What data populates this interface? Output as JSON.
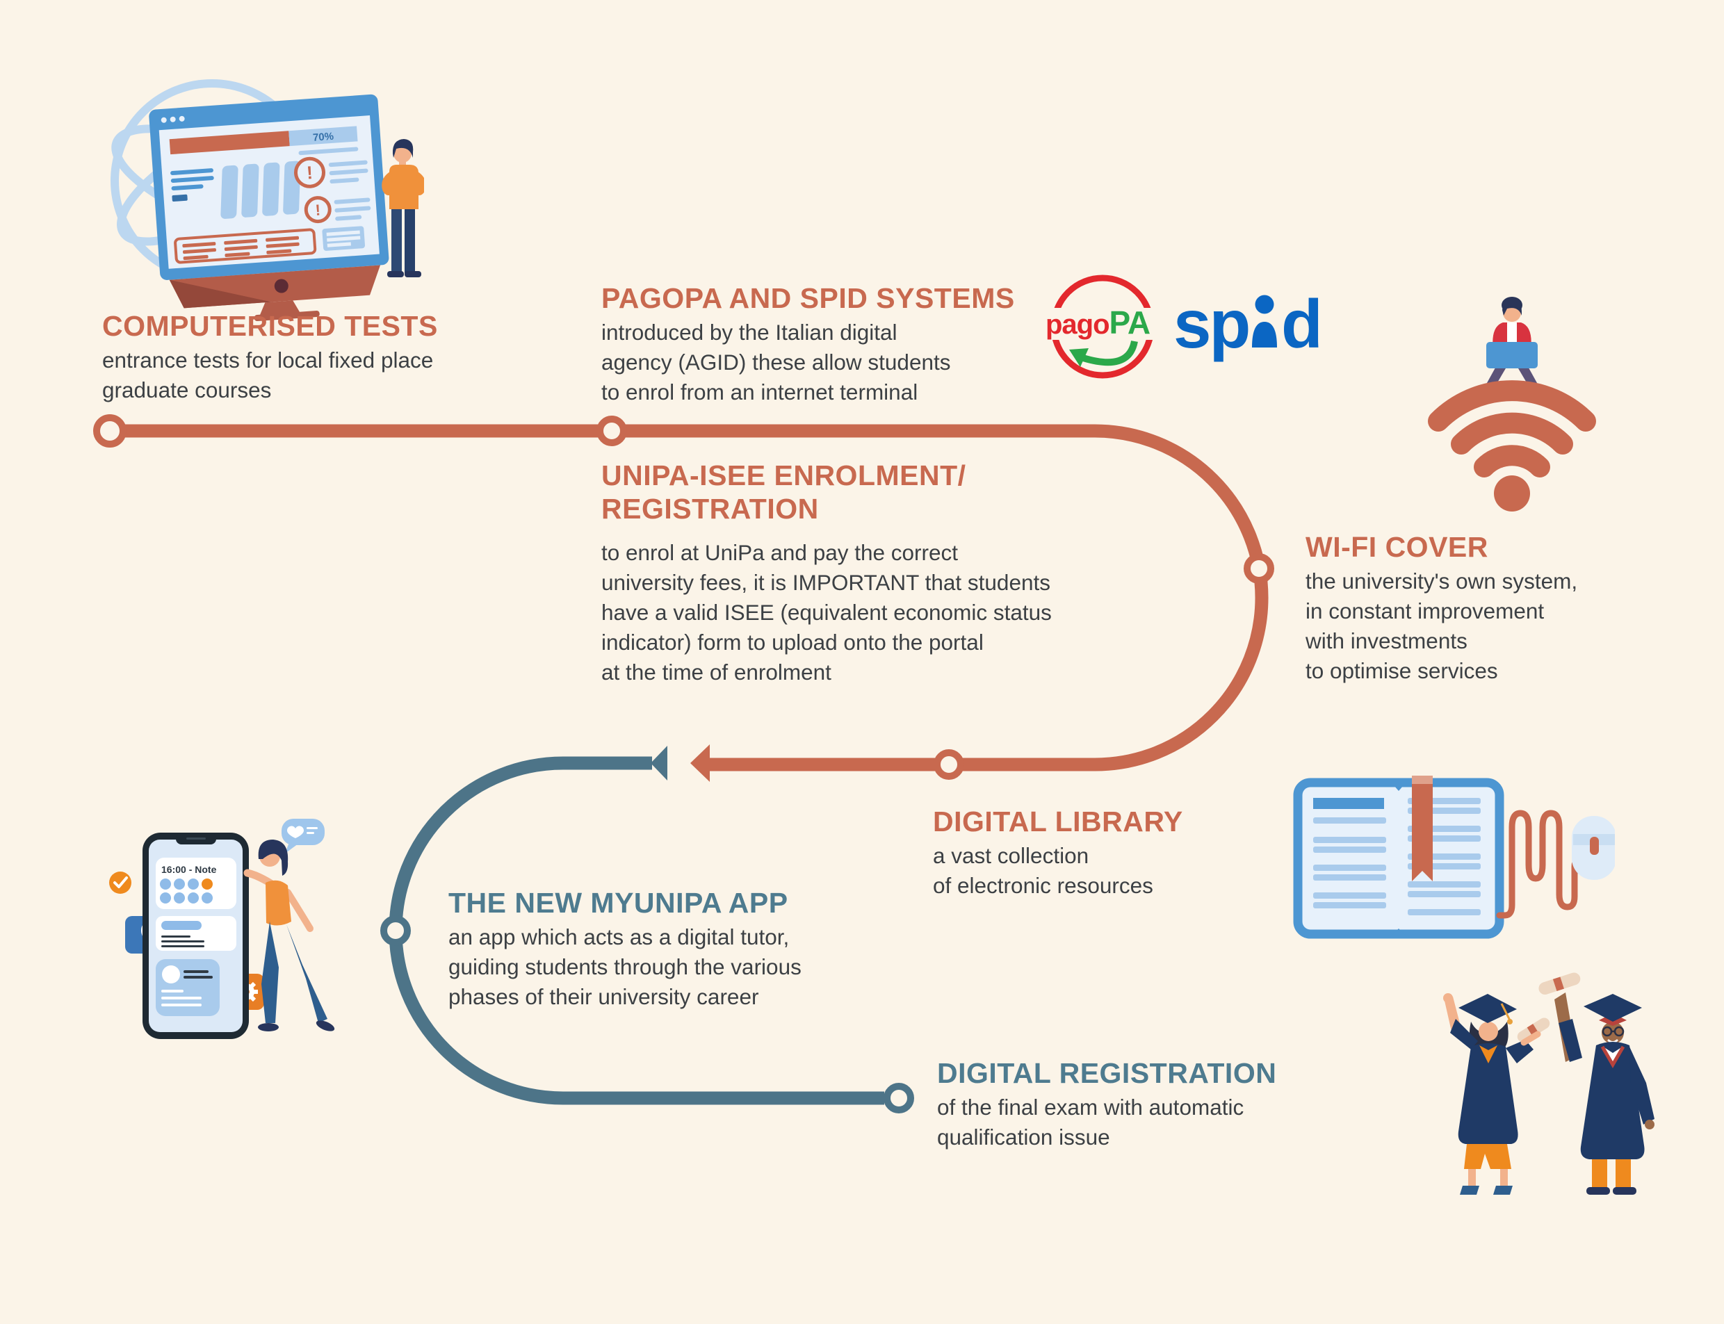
{
  "palette": {
    "background": "#FBF4E8",
    "orange_accent": "#C8694F",
    "teal_accent": "#4D7488",
    "teal_heading": "#4E7B8F",
    "body_text": "#3C4044",
    "pagopa_red": "#E3282D",
    "pagopa_green": "#2BA84A",
    "spid_blue": "#0B66C3",
    "illustration_blue": "#4D96D2",
    "illustration_light_blue": "#A9CBEC",
    "illustration_orange": "#EF8A1E",
    "navy": "#1F3A66"
  },
  "sections": {
    "tests": {
      "title": "COMPUTERISED TESTS",
      "body": "entrance tests for local fixed place\ngraduate courses"
    },
    "pagopa": {
      "title": "PAGOPA AND SPID SYSTEMS",
      "body": "introduced by the Italian digital\nagency (AGID) these allow students\nto enrol from an internet terminal"
    },
    "isee": {
      "title": "UNIPA-ISEE ENROLMENT/\nREGISTRATION",
      "body": "to enrol at UniPa and pay the correct\nuniversity fees, it is IMPORTANT that students\nhave a valid ISEE (equivalent economic status\nindicator) form to upload onto the portal\nat the time of enrolment"
    },
    "wifi": {
      "title": "WI-FI COVER",
      "body": "the university's own system,\nin constant improvement\nwith investments\nto optimise services"
    },
    "library": {
      "title": "DIGITAL LIBRARY",
      "body": "a vast collection\nof electronic resources"
    },
    "app": {
      "title": "THE NEW MYUNIPA APP",
      "body": "an app which acts as a digital tutor,\nguiding students through the various\nphases of their university career"
    },
    "registration": {
      "title": "DIGITAL REGISTRATION",
      "body": "of the final exam with automatic\nqualification issue"
    }
  },
  "logos": {
    "pagopa_pago": "pago",
    "pagopa_pa": "PA",
    "spid_sp": "sp",
    "spid_d": "d"
  },
  "illustrations": {
    "monitor_progress": "70%",
    "phone_note": "16:00 - Note"
  }
}
